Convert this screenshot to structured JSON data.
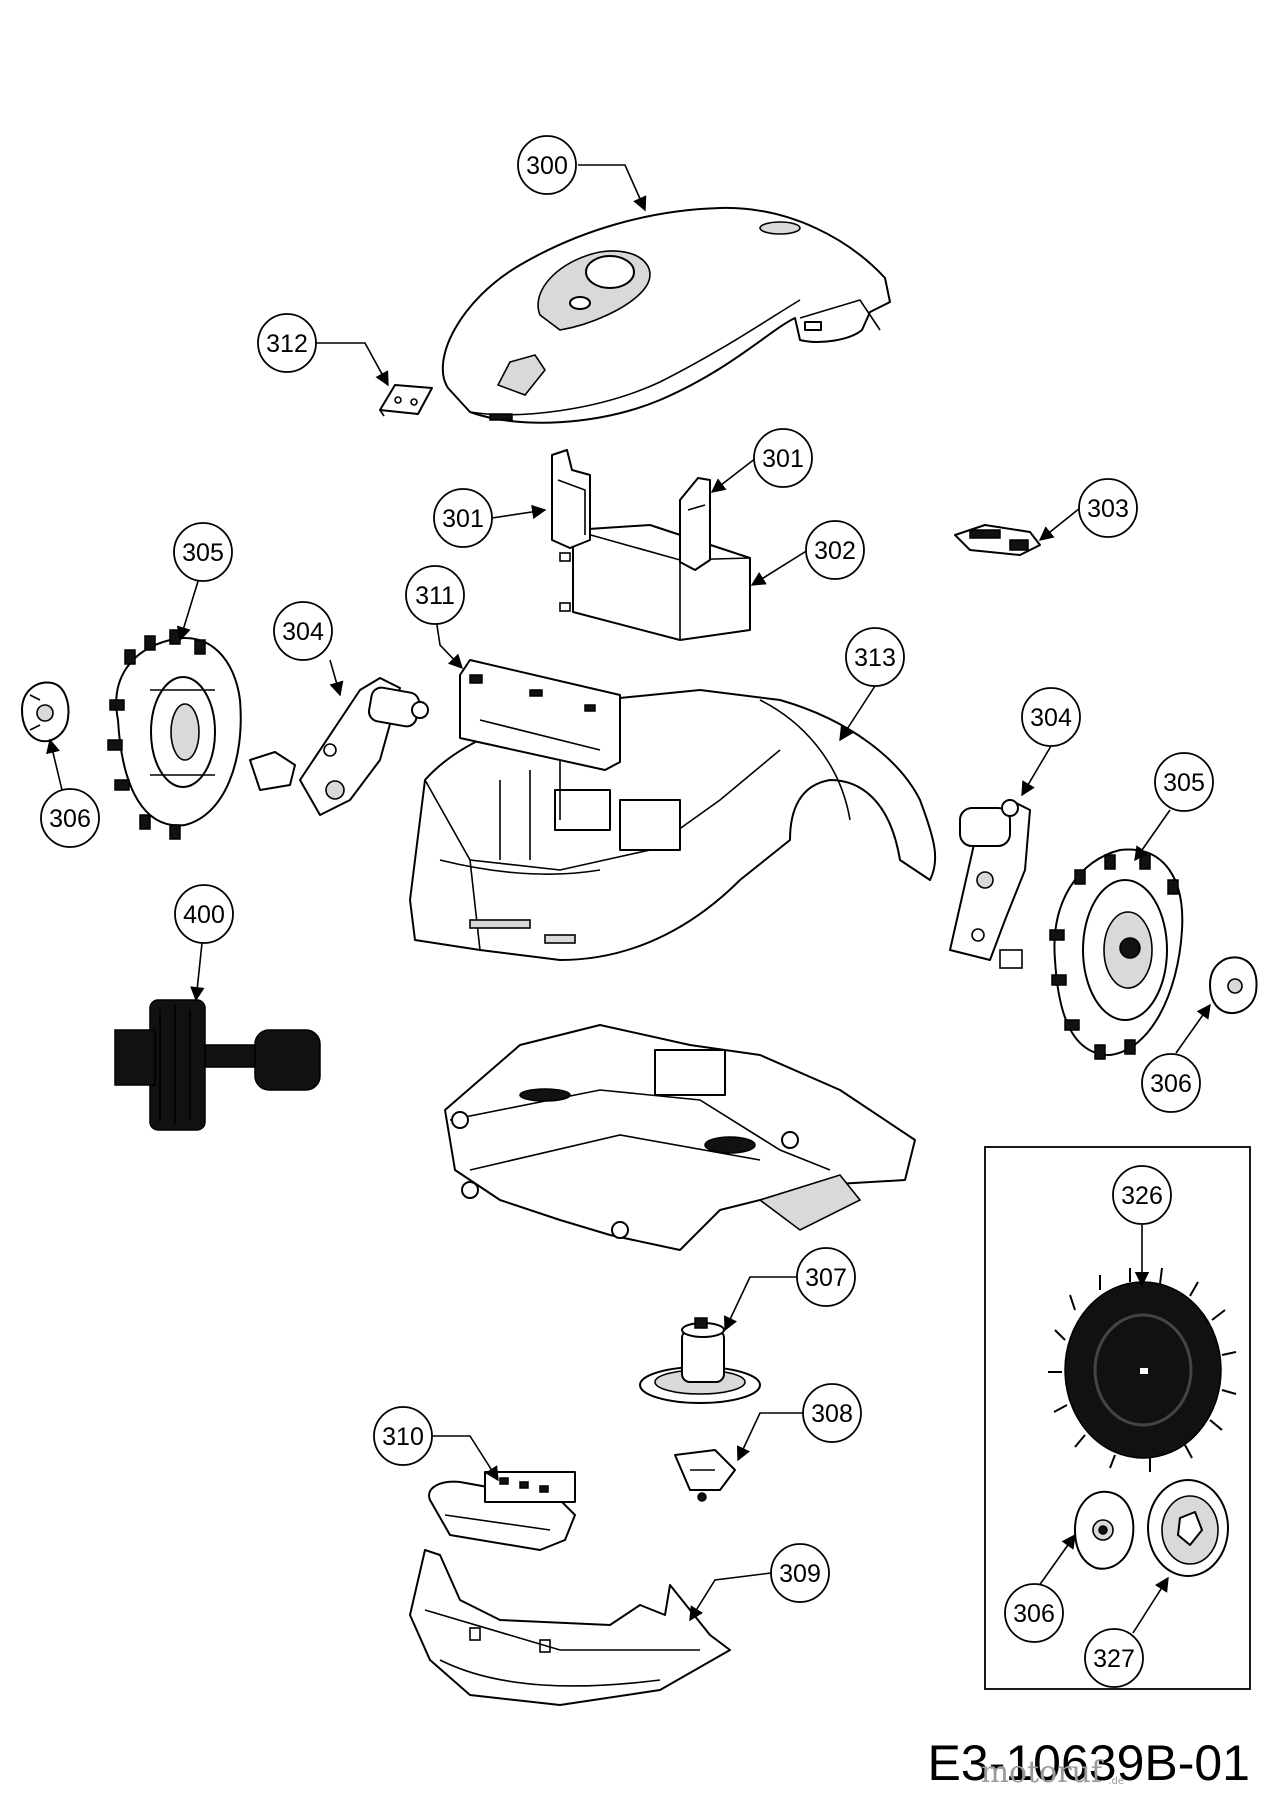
{
  "callouts": {
    "c300": "300",
    "c312": "312",
    "c301a": "301",
    "c301b": "301",
    "c303": "303",
    "c302": "302",
    "c305a": "305",
    "c311": "311",
    "c304a": "304",
    "c313": "313",
    "c304b": "304",
    "c305b": "305",
    "c306a": "306",
    "c400": "400",
    "c306b": "306",
    "c326": "326",
    "c307": "307",
    "c310": "310",
    "c308": "308",
    "c309": "309",
    "c306c": "306",
    "c327": "327"
  },
  "document_number": "E3-10639B-01",
  "watermark": {
    "brand": "motoruf",
    "suffix": ".de"
  }
}
